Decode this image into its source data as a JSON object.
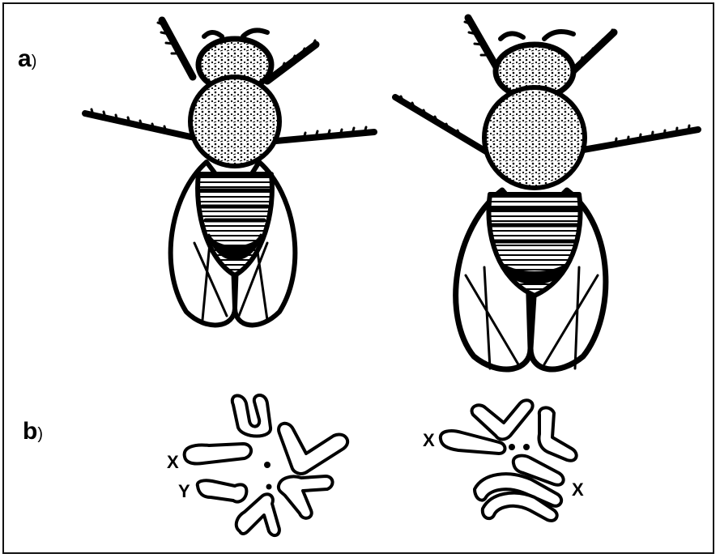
{
  "panels": {
    "a": {
      "letter": "a",
      "paren": ")"
    },
    "b": {
      "letter": "b",
      "paren": ")"
    }
  },
  "chromosome_labels": {
    "left_x": "X",
    "left_y": "Y",
    "right_x_top": "X",
    "right_x_bottom": "X"
  },
  "colors": {
    "ink": "#000000",
    "paper": "#ffffff"
  }
}
